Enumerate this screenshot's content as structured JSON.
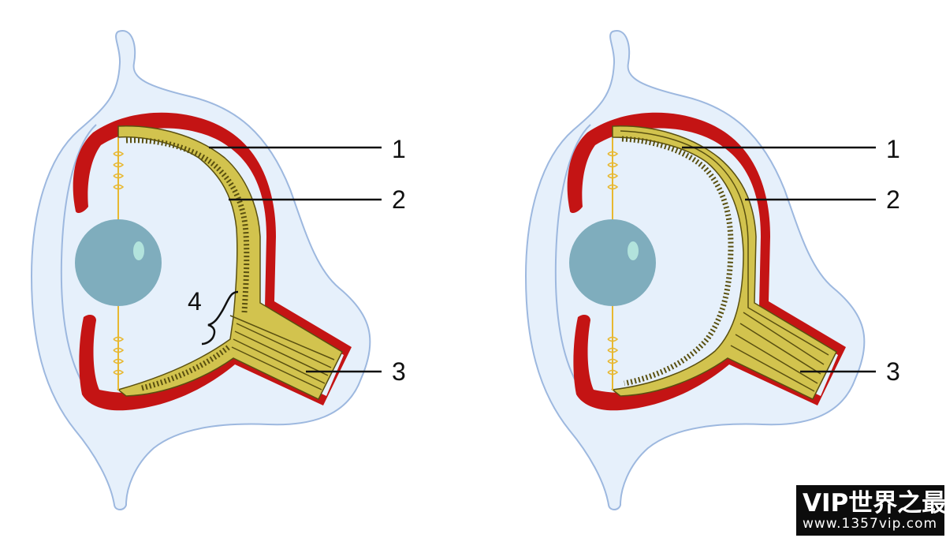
{
  "panels": [
    {
      "id": "left-eye",
      "labels": [
        "1",
        "2",
        "3",
        "4"
      ]
    },
    {
      "id": "right-eye",
      "labels": [
        "1",
        "2",
        "3"
      ]
    }
  ],
  "colors": {
    "body_fill": "#e6f0fb",
    "body_outline": "#9db8df",
    "cup_red": "#c41414",
    "retina_yellow": "#d2c34e",
    "retina_line": "#5a5010",
    "lens": "#7fadbd",
    "nerve_fiber": "#e8b830"
  },
  "watermark": {
    "brand": "VIP世界之最",
    "url": "www.1357vip.com"
  }
}
